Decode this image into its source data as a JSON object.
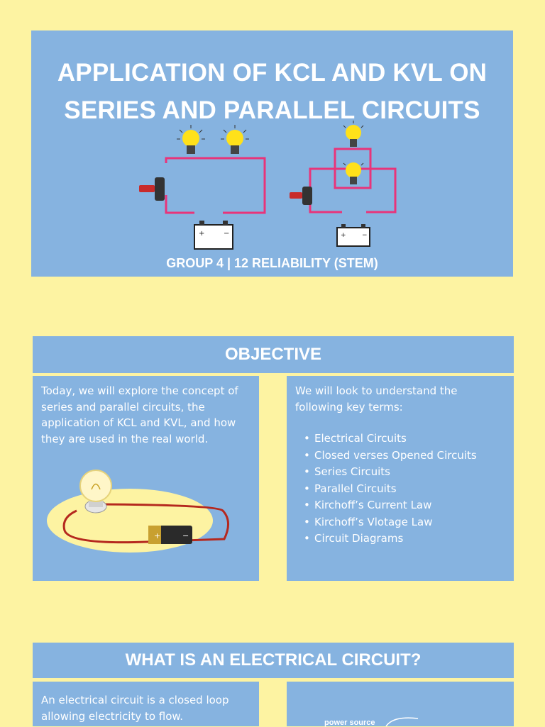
{
  "hero": {
    "title_line1": "APPLICATION OF KCL AND KVL ON",
    "title_line2": "SERIES AND PARALLEL CIRCUITS",
    "subtitle": "GROUP 4 | 12 RELIABILITY (STEM)"
  },
  "objective": {
    "heading": "OBJECTIVE",
    "intro": "Today, we will explore the concept of series and parallel circuits, the application of KCL and KVL, and how they are used in the real world.",
    "list_intro": "We will look to understand the following key terms:",
    "key_terms": [
      "Electrical Circuits",
      "Closed verses Opened Circuits",
      "Series Circuits",
      "Parallel Circuits",
      "Kirchoff’s Current Law",
      "Kirchoff’s Vlotage Law",
      "Circuit Diagrams"
    ]
  },
  "electrical_circuit": {
    "heading": "WHAT IS AN ELECTRICAL CIRCUIT?",
    "definition": "An electrical circuit is a closed loop allowing electricity to flow.",
    "power_label": "power source"
  },
  "colors": {
    "background": "#FDF3A2",
    "panel": "#86B3E0",
    "wire": "#E8347A",
    "bulb": "#FFE11A"
  }
}
